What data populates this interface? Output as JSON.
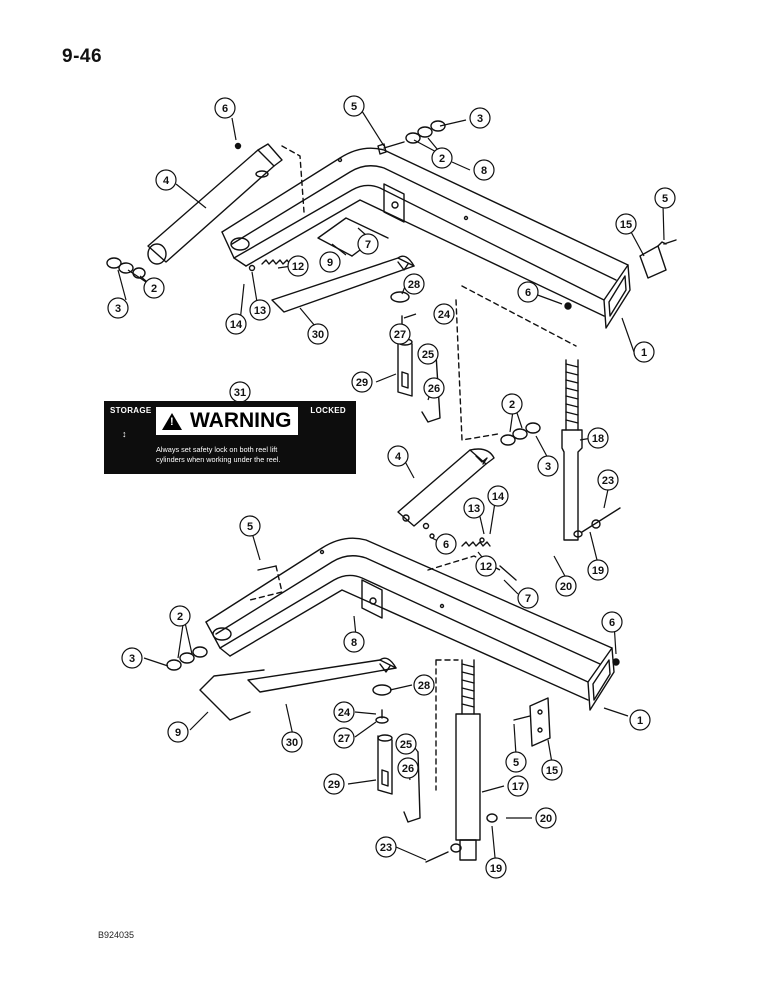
{
  "page": {
    "number": "9-46",
    "figure_code": "B924035"
  },
  "decal": {
    "ref": "31",
    "left_label": "STORAGE",
    "right_label": "LOCKED",
    "title": "WARNING",
    "message_line1": "Always set safety lock on both reel lift",
    "message_line2": "cylinders when working under the reel.",
    "icon": "warning-triangle-icon"
  },
  "callouts": [
    {
      "n": "6"
    },
    {
      "n": "5"
    },
    {
      "n": "3"
    },
    {
      "n": "2"
    },
    {
      "n": "8"
    },
    {
      "n": "4"
    },
    {
      "n": "5"
    },
    {
      "n": "15"
    },
    {
      "n": "9"
    },
    {
      "n": "7"
    },
    {
      "n": "12"
    },
    {
      "n": "3"
    },
    {
      "n": "2"
    },
    {
      "n": "28"
    },
    {
      "n": "6"
    },
    {
      "n": "14"
    },
    {
      "n": "13"
    },
    {
      "n": "30"
    },
    {
      "n": "27"
    },
    {
      "n": "24"
    },
    {
      "n": "1"
    },
    {
      "n": "25"
    },
    {
      "n": "29"
    },
    {
      "n": "26"
    },
    {
      "n": "31"
    },
    {
      "n": "2"
    },
    {
      "n": "3"
    },
    {
      "n": "18"
    },
    {
      "n": "4"
    },
    {
      "n": "13"
    },
    {
      "n": "14"
    },
    {
      "n": "23"
    },
    {
      "n": "5"
    },
    {
      "n": "6"
    },
    {
      "n": "12"
    },
    {
      "n": "20"
    },
    {
      "n": "19"
    },
    {
      "n": "7"
    },
    {
      "n": "2"
    },
    {
      "n": "8"
    },
    {
      "n": "6"
    },
    {
      "n": "3"
    },
    {
      "n": "28"
    },
    {
      "n": "1"
    },
    {
      "n": "9"
    },
    {
      "n": "30"
    },
    {
      "n": "24"
    },
    {
      "n": "27"
    },
    {
      "n": "5"
    },
    {
      "n": "15"
    },
    {
      "n": "25"
    },
    {
      "n": "29"
    },
    {
      "n": "26"
    },
    {
      "n": "17"
    },
    {
      "n": "20"
    },
    {
      "n": "23"
    },
    {
      "n": "19"
    }
  ]
}
